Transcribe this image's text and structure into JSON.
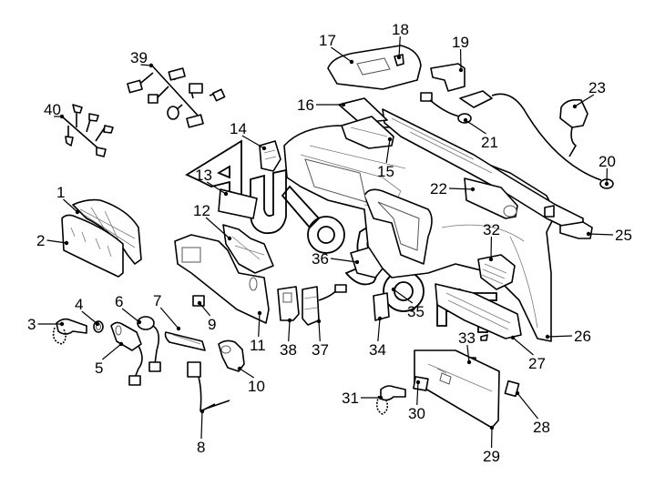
{
  "diagram": {
    "type": "exploded-parts-diagram",
    "subject": "dashboard / instrument panel assembly",
    "watermark_text": "AUTOSOFT",
    "callouts": [
      {
        "number": "1",
        "part": "instrument-cluster-housing"
      },
      {
        "number": "2",
        "part": "instrument-cluster-lens"
      },
      {
        "number": "3",
        "part": "bulb-socket-with-lanyard"
      },
      {
        "number": "4",
        "part": "spring-ring"
      },
      {
        "number": "5",
        "part": "lamp-socket-with-wire"
      },
      {
        "number": "6",
        "part": "lamp-with-connector"
      },
      {
        "number": "7",
        "part": "light-guide"
      },
      {
        "number": "8",
        "part": "wiring-connector"
      },
      {
        "number": "9",
        "part": "small-clip"
      },
      {
        "number": "10",
        "part": "horn-or-sensor"
      },
      {
        "number": "11",
        "part": "lower-dash-panel"
      },
      {
        "number": "12",
        "part": "knee-panel"
      },
      {
        "number": "13",
        "part": "trim-cover"
      },
      {
        "number": "14",
        "part": "switch-panel"
      },
      {
        "number": "15",
        "part": "center-storage-tray"
      },
      {
        "number": "16",
        "part": "upper-trim-strip"
      },
      {
        "number": "17",
        "part": "top-cover"
      },
      {
        "number": "18",
        "part": "clip"
      },
      {
        "number": "19",
        "part": "bracket"
      },
      {
        "number": "20",
        "part": "sensor-with-cable"
      },
      {
        "number": "21",
        "part": "connector-with-cable"
      },
      {
        "number": "22",
        "part": "passenger-airbag-module"
      },
      {
        "number": "23",
        "part": "speaker-or-sensor"
      },
      {
        "number": "25",
        "part": "cross-beam-end"
      },
      {
        "number": "26",
        "part": "dashboard-shell"
      },
      {
        "number": "27",
        "part": "lower-bracket"
      },
      {
        "number": "28",
        "part": "latch-plate"
      },
      {
        "number": "29",
        "part": "glove-box"
      },
      {
        "number": "30",
        "part": "pad"
      },
      {
        "number": "31",
        "part": "glove-box-lamp-socket"
      },
      {
        "number": "32",
        "part": "air-vent"
      },
      {
        "number": "33",
        "part": "glove-box-lock"
      },
      {
        "number": "34",
        "part": "cover-cap"
      },
      {
        "number": "35",
        "part": "mounting-ring"
      },
      {
        "number": "36",
        "part": "center-vent-trim"
      },
      {
        "number": "37",
        "part": "switch-block"
      },
      {
        "number": "38",
        "part": "bezel"
      },
      {
        "number": "39",
        "part": "wiring-harness-a"
      },
      {
        "number": "40",
        "part": "wiring-harness-b"
      }
    ]
  }
}
